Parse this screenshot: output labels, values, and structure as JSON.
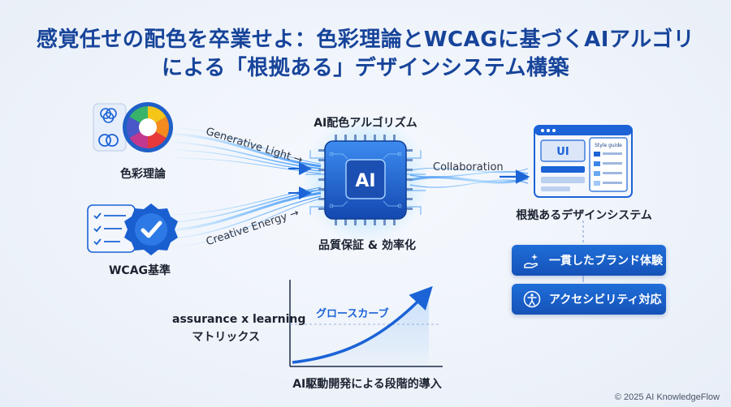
{
  "title": {
    "line1": "感覚任せの配色を卒業せよ：色彩理論とWCAGに基づくAIアルゴリ",
    "line2": "による「根拠ある」デザインシステム構築"
  },
  "inputs": {
    "color_theory": "色彩理論",
    "wcag": "WCAG基準"
  },
  "flows": {
    "generative": "Generative Light →",
    "creative": "Creative Energy →",
    "collaboration": "Collaboration"
  },
  "ai": {
    "title": "AI配色アルゴリズム",
    "chip_text": "AI",
    "caption": "品質保証 & 効率化"
  },
  "output": {
    "label": "根拠あるデザインシステム",
    "ui_text": "UI",
    "style_guide": "Style guide",
    "benefits": [
      "一貫したブランド体験",
      "アクセシビリティ対応"
    ]
  },
  "growth": {
    "matrix_line1": "assurance x learning",
    "matrix_line2": "マトリックス",
    "curve_label": "グロースカーブ",
    "caption": "AI駆動開発による段階的導入"
  },
  "footer": "© 2025 AI KnowledgeFlow",
  "colors": {
    "title": "#17449a",
    "accent": "#1b63d6",
    "glow": "#5ab4ff"
  },
  "icons": [
    "color-wheel-icon",
    "venn-icon",
    "checklist-icon",
    "verified-badge-icon",
    "ai-chip-icon",
    "ui-window-icon",
    "hand-sparkle-icon",
    "accessibility-icon"
  ]
}
